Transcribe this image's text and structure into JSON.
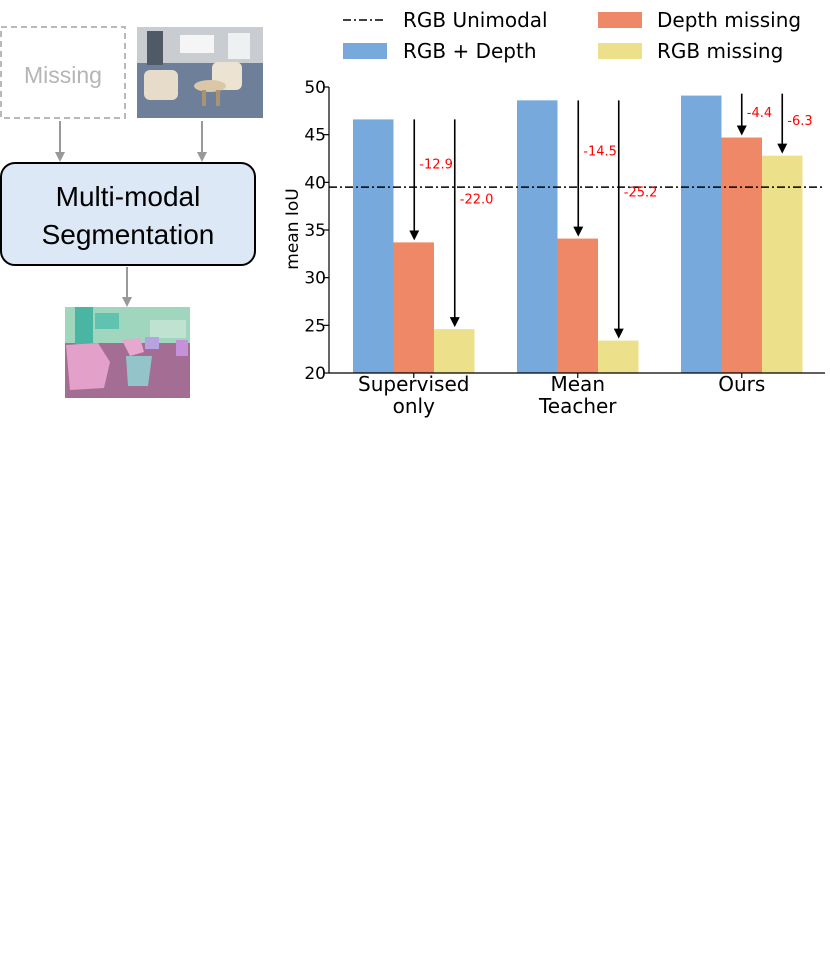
{
  "pipeline": {
    "missing_label": "Missing",
    "model_label_line1": "Multi-modal",
    "model_label_line2": "Segmentation"
  },
  "colors": {
    "rgb_depth": "#77a9dc",
    "depth_missing": "#ef8867",
    "rgb_missing": "#ece08a",
    "drop_text": "#ff0000",
    "model_box_fill": "#dce8f5",
    "arrow_gray": "#999999"
  },
  "chart_data": {
    "type": "bar",
    "categories": [
      "Supervised\nonly",
      "Mean\nTeacher",
      "Ours"
    ],
    "series": [
      {
        "name": "RGB + Depth",
        "values": [
          46.6,
          48.6,
          49.1
        ]
      },
      {
        "name": "Depth missing",
        "values": [
          33.7,
          34.1,
          44.7
        ]
      },
      {
        "name": "RGB missing",
        "values": [
          24.6,
          23.4,
          42.8
        ]
      }
    ],
    "reference_line": {
      "name": "RGB Unimodal",
      "value": 39.5,
      "style": "dash-dot"
    },
    "drops": [
      {
        "category": 0,
        "series": 1,
        "label": "-12.9"
      },
      {
        "category": 0,
        "series": 2,
        "label": "-22.0"
      },
      {
        "category": 1,
        "series": 1,
        "label": "-14.5"
      },
      {
        "category": 1,
        "series": 2,
        "label": "-25.2"
      },
      {
        "category": 2,
        "series": 1,
        "label": "-4.4"
      },
      {
        "category": 2,
        "series": 2,
        "label": "-6.3"
      }
    ],
    "ylabel": "mean IoU",
    "ylim": [
      20,
      50
    ],
    "yticks": [
      20,
      25,
      30,
      35,
      40,
      45,
      50
    ],
    "legend": {
      "placement": "top",
      "entries": [
        "RGB Unimodal",
        "Depth missing",
        "RGB + Depth",
        "RGB missing"
      ]
    },
    "grid": false
  }
}
